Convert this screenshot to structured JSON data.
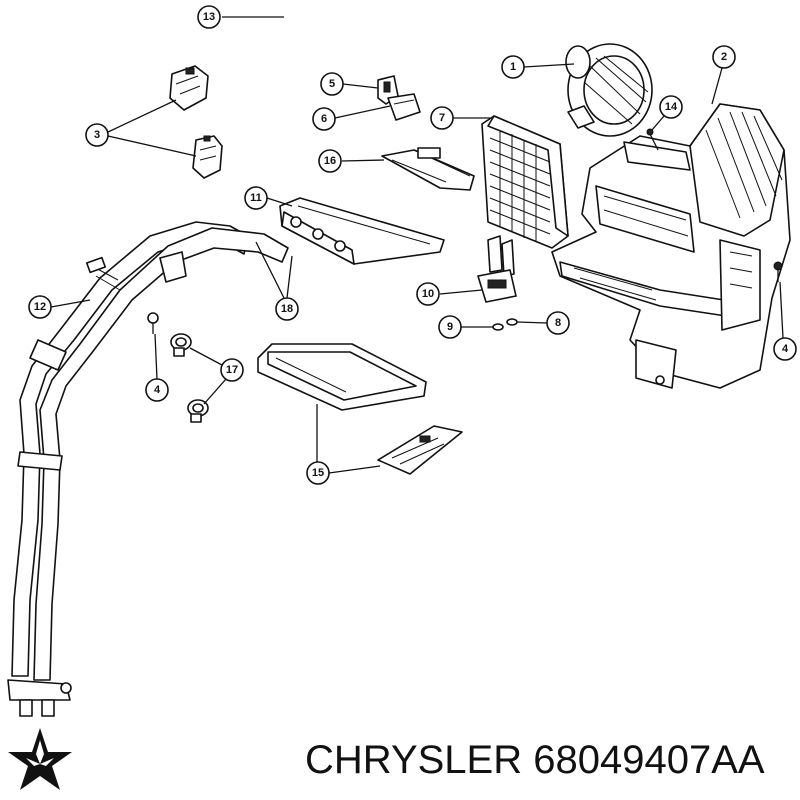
{
  "brand": {
    "name": "CHRYSLER",
    "part_number": "68049407AA"
  },
  "callouts": [
    "1",
    "2",
    "3",
    "4",
    "4",
    "5",
    "6",
    "7",
    "8",
    "9",
    "10",
    "11",
    "12",
    "13",
    "14",
    "15",
    "16",
    "17",
    "18"
  ],
  "parts": {
    "blower_motor": "1",
    "hvac_housing": "2",
    "actuators": "3",
    "screws": "4",
    "resistor": "5",
    "resistor_connector": "6",
    "evaporator_core": "7",
    "o_ring_8": "8",
    "o_ring_9": "9",
    "expansion_valve": "10",
    "heater_core": "11",
    "hose_assembly": "12",
    "wire_harness": "13",
    "screw_14": "14",
    "filter_tray": "15",
    "filter_door": "16",
    "clamps": "17",
    "hoses_18": "18"
  }
}
